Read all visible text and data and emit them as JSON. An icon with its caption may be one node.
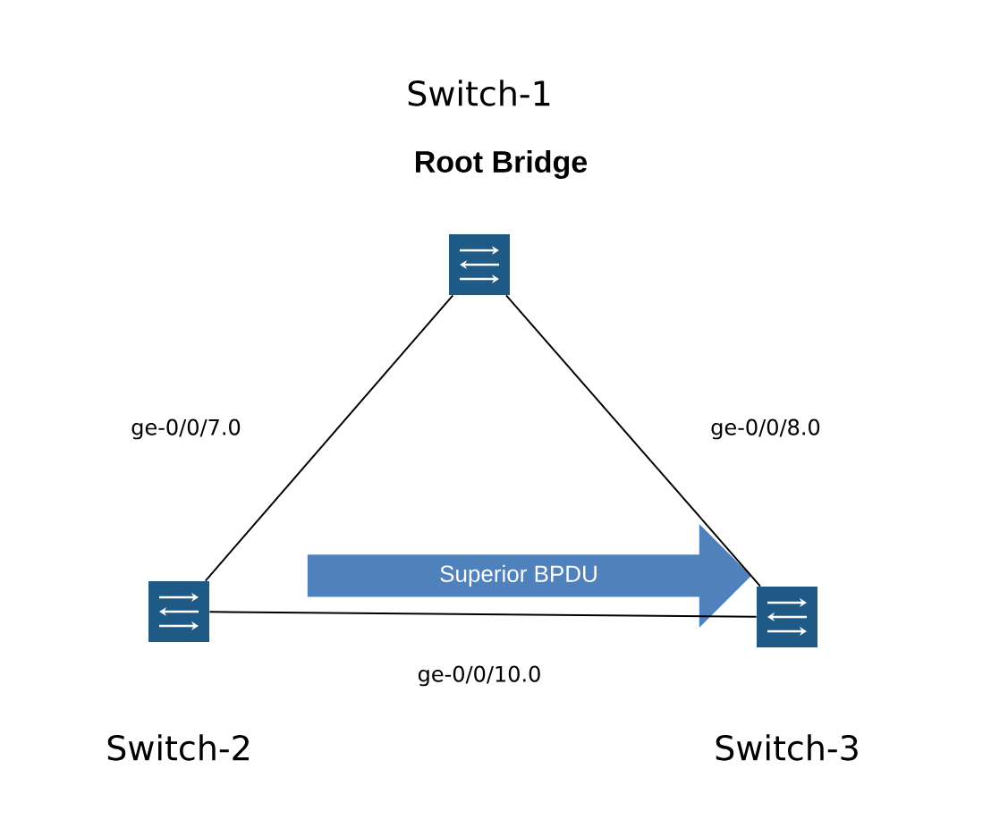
{
  "diagram": {
    "nodes": [
      {
        "text": [],
        "shape": "box",
        "beside": [
          "Switch-1",
          "Root Bridge"
        ]
      },
      {
        "text": [],
        "shape": "box",
        "beside": [
          "Switch-2"
        ]
      },
      {
        "text": [],
        "shape": "box",
        "beside": [
          "Switch-3"
        ]
      },
      {
        "text": [
          "Superior BPDU"
        ]
      }
    ],
    "edges": [
      {
        "from": 0,
        "to": 1,
        "arrow": "none",
        "label": "ge-0/0/7.0"
      },
      {
        "from": 0,
        "to": 2,
        "arrow": "none",
        "label": "ge-0/0/8.0"
      },
      {
        "from": 1,
        "to": 2,
        "arrow": "none",
        "label": "ge-0/0/10.0"
      }
    ]
  }
}
